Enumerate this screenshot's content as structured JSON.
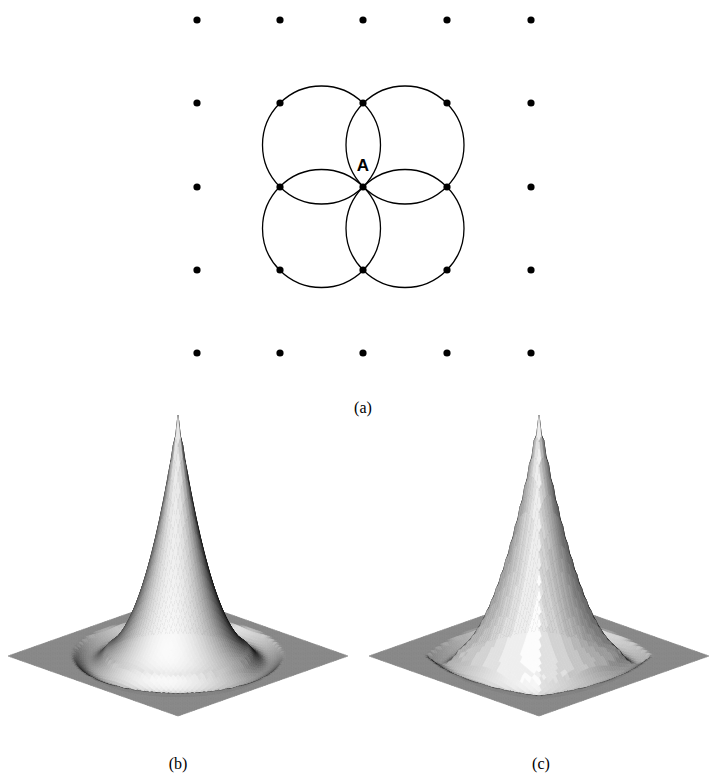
{
  "diagram": {
    "labels": [
      "A",
      "(a)",
      "(b)",
      "(c)"
    ]
  }
}
